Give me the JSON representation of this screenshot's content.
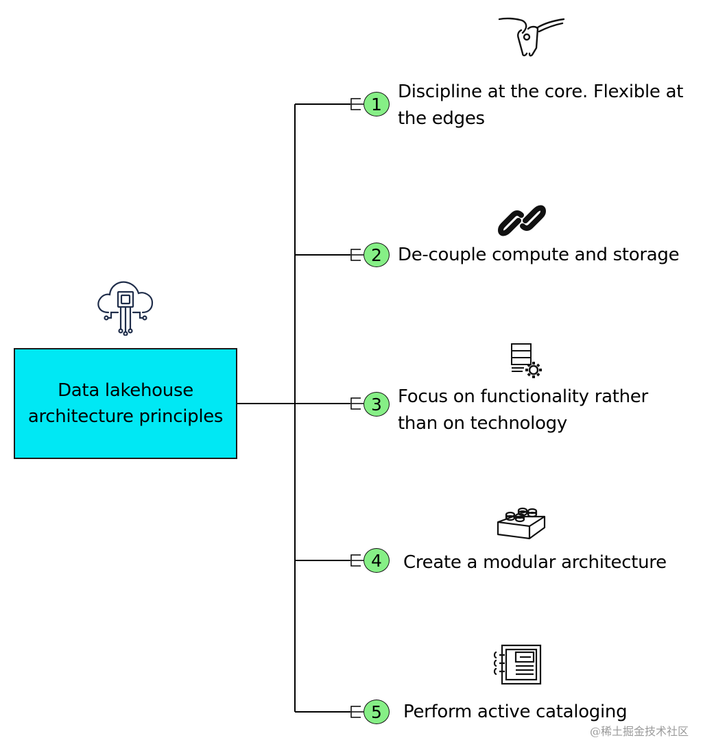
{
  "root": {
    "title": "Data lakehouse architecture principles",
    "icon": "cloud-chip-icon"
  },
  "principles": [
    {
      "number": "1",
      "text": "Discipline at the core. Flexible at the edges",
      "icon": "gymnast-icon"
    },
    {
      "number": "2",
      "text": "De-couple compute and storage",
      "icon": "chain-link-icon"
    },
    {
      "number": "3",
      "text": "Focus on functionality rather than on technology",
      "icon": "server-gear-icon"
    },
    {
      "number": "4",
      "text": "Create a modular architecture",
      "icon": "building-block-icon"
    },
    {
      "number": "5",
      "text": "Perform active cataloging",
      "icon": "notebook-icon"
    }
  ],
  "colors": {
    "root_fill": "#00e8f4",
    "number_badge": "#86ef86",
    "line": "#000000"
  },
  "watermark": "@稀土掘金技术社区"
}
